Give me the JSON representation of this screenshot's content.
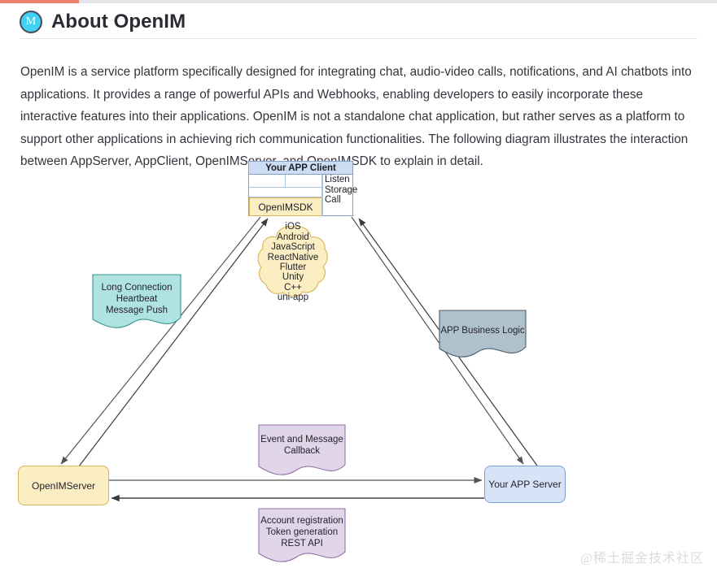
{
  "progress": {
    "percent": 11
  },
  "header": {
    "avatar_letter": "M",
    "title": "About OpenIM"
  },
  "intro": {
    "paragraph": "OpenIM is a service platform specifically designed for integrating chat, audio-video calls, notifications, and AI chatbots into applications. It provides a range of powerful APIs and Webhooks, enabling developers to easily incorporate these interactive features into their applications. OpenIM is not a standalone chat application, but rather serves as a platform to support other applications in achieving rich communication functionalities. The following diagram illustrates the interaction between AppServer, AppClient, OpenIMServer, and OpenIMSDK to explain in detail."
  },
  "diagram": {
    "app_client": {
      "title": "Your APP Client",
      "sdk_label": "OpenIMSDK",
      "services": [
        "Listen",
        "Storage",
        "Call"
      ]
    },
    "platform_cloud": {
      "items": [
        "iOS",
        "Android",
        "JavaScript",
        "ReactNative",
        "Flutter",
        "Unity",
        "C++",
        "uni-app"
      ]
    },
    "notes": [
      {
        "id": "long-connection",
        "lines": [
          "Long Connection",
          "Heartbeat",
          "Message Push"
        ],
        "color": "#aee3e1"
      },
      {
        "id": "app-business-logic",
        "lines": [
          "APP Business Logic"
        ],
        "color": "#b0c1ce"
      },
      {
        "id": "event-message-callback",
        "lines": [
          "Event and Message",
          "Callback"
        ],
        "color": "#e1d5ea"
      },
      {
        "id": "account-registration",
        "lines": [
          "Account registration",
          "Token generation",
          "REST API"
        ],
        "color": "#e1d5ea"
      }
    ],
    "openim_server": {
      "label": "OpenIMServer"
    },
    "app_server": {
      "label": "Your APP Server"
    }
  },
  "watermark": {
    "text": "@稀土掘金技术社区"
  }
}
